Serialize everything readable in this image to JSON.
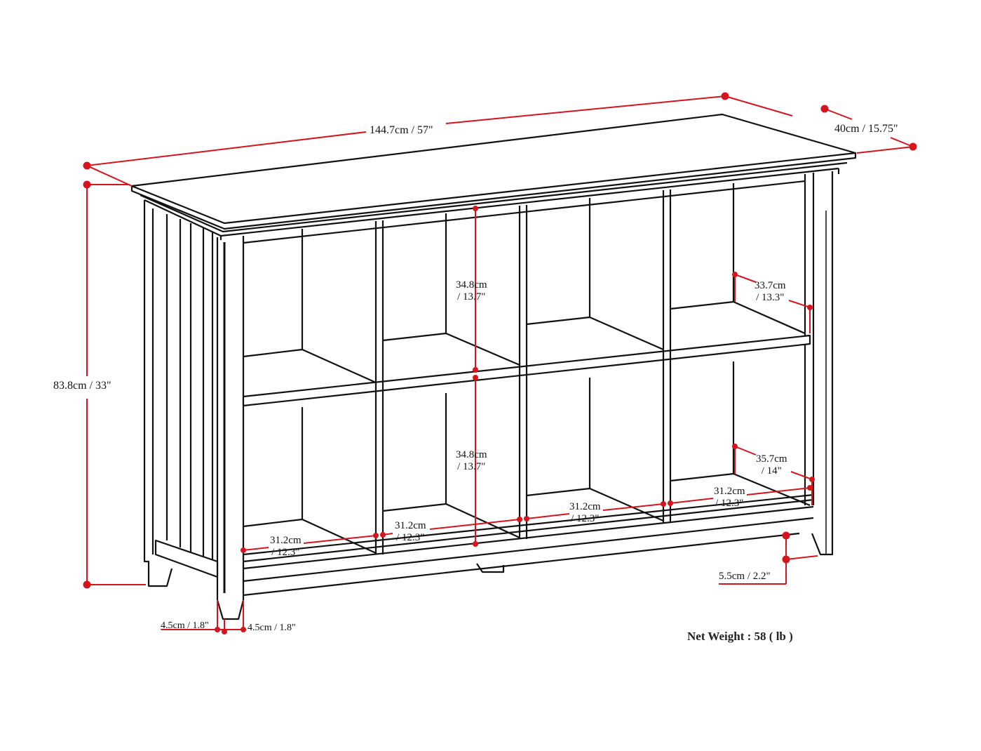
{
  "diagram": {
    "title": "Bookcase console dimension drawing",
    "colors": {
      "line": "#111111",
      "dimension": "#d7141c",
      "background": "#ffffff"
    },
    "dimensions": {
      "overall_width": {
        "label": "144.7cm / 57\""
      },
      "overall_depth": {
        "label": "40cm / 15.75\""
      },
      "overall_height": {
        "label": "83.8cm / 33\""
      },
      "upper_cubby_height": {
        "line1": "34.8cm",
        "line2": "/ 13.7\""
      },
      "lower_cubby_height": {
        "line1": "34.8cm",
        "line2": "/ 13.7\""
      },
      "upper_cubby_depth": {
        "line1": "33.7cm",
        "line2": "/ 13.3\""
      },
      "lower_cubby_depth": {
        "line1": "35.7cm",
        "line2": "/ 14\""
      },
      "cubby_widths": [
        {
          "line1": "31.2cm",
          "line2": "/ 12.3\""
        },
        {
          "line1": "31.2cm",
          "line2": "/ 12.3\""
        },
        {
          "line1": "31.2cm",
          "line2": "/ 12.3\""
        },
        {
          "line1": "31.2cm",
          "line2": "/ 12.3\""
        }
      ],
      "leg_width_left": {
        "label": "4.5cm / 1.8\""
      },
      "leg_width_right": {
        "label": "4.5cm / 1.8\""
      },
      "floor_clearance": {
        "label": "5.5cm / 2.2\""
      }
    },
    "net_weight": {
      "label": "Net Weight : 58 ( lb )"
    }
  }
}
